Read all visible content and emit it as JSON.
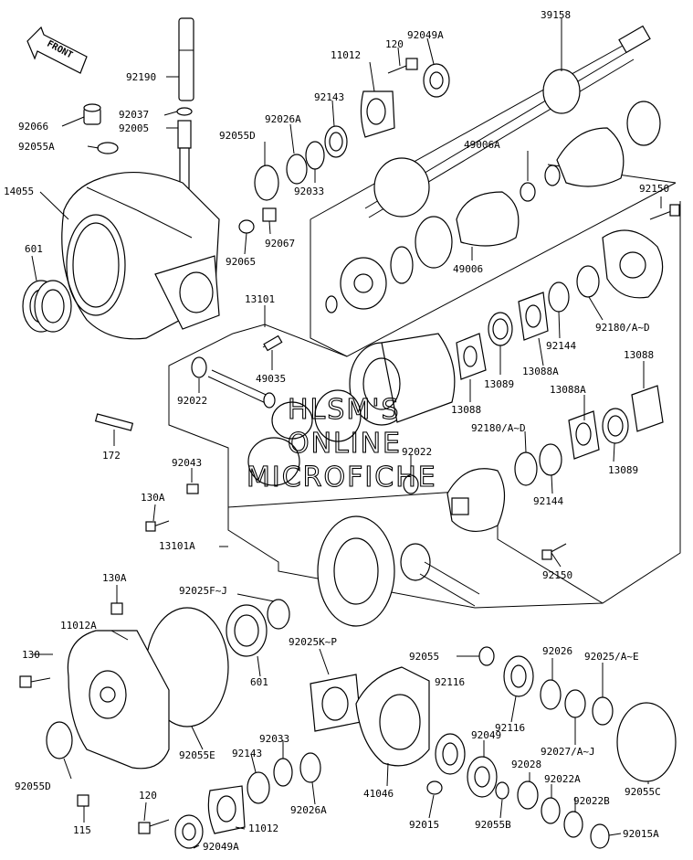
{
  "front_label": "FRONT",
  "watermark": [
    "HLSM'S",
    "ONLINE",
    "MICROFICHE"
  ],
  "labels": {
    "l39158": "39158",
    "l11012a": "11012",
    "l120a": "120",
    "l92049a_a": "92049A",
    "l92190": "92190",
    "l92143a": "92143",
    "l92037": "92037",
    "l92066": "92066",
    "l92005": "92005",
    "l92026a_a": "92026A",
    "l92055a": "92055A",
    "l92055d_a": "92055D",
    "l49006a": "49006A",
    "l92033a": "92033",
    "l14055": "14055",
    "l92150a": "92150",
    "l92067": "92067",
    "l601a": "601",
    "l92065": "92065",
    "l49006": "49006",
    "l13101": "13101",
    "l92180a": "92180/A~D",
    "l92144a": "92144",
    "l13088a": "13088",
    "l49035": "49035",
    "l13088aa": "13088A",
    "l92022": "92022",
    "l13088b": "13088",
    "l13089a": "13089",
    "l13088ab": "13088A",
    "l172": "172",
    "l92180b": "92180/A~D",
    "l92043": "92043",
    "l92022b": "92022",
    "l13089b": "13089",
    "l130a_a": "130A",
    "l92144b": "92144",
    "l13101a": "13101A",
    "l92150b": "92150",
    "l130a_b": "130A",
    "l92025fj": "92025F~J",
    "l11012a_b": "11012A",
    "l92025kp": "92025K~P",
    "l92055": "92055",
    "l92026": "92026",
    "l130": "130",
    "l601b": "601",
    "l92116a": "92116",
    "l92025ae": "92025/A~E",
    "l92116b": "92116",
    "l92049": "92049",
    "l92055e": "92055E",
    "l92033b": "92033",
    "l92027": "92027/A~J",
    "l92143b": "92143",
    "l92028": "92028",
    "l92055d_b": "92055D",
    "l92022a": "92022A",
    "l41046": "41046",
    "l92055c": "92055C",
    "l92026a_b": "92026A",
    "l92022b2": "92022B",
    "l120b": "120",
    "l92015": "92015",
    "l92055b": "92055B",
    "l115": "115",
    "l11012b": "11012",
    "l92049a_b": "92049A",
    "l92015a": "92015A"
  }
}
